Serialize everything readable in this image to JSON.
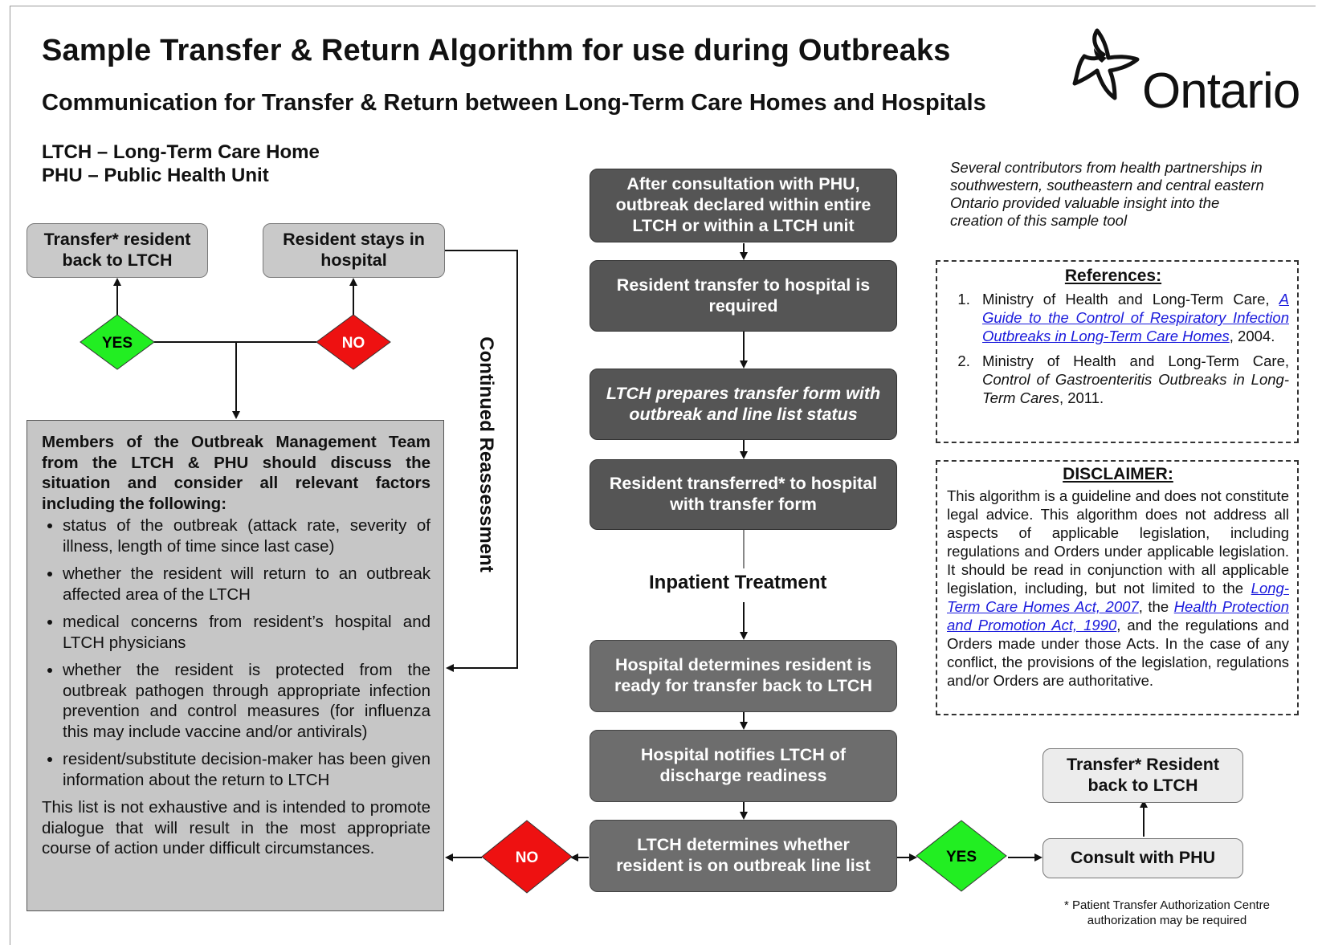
{
  "header": {
    "title": "Sample Transfer & Return Algorithm for use during Outbreaks",
    "subtitle": "Communication for Transfer & Return between Long-Term Care Homes and Hospitals",
    "abbr_ltch": "LTCH – Long-Term Care Home",
    "abbr_phu": "PHU – Public Health Unit",
    "logo_text": "Ontario"
  },
  "colors": {
    "yes_diamond": "#22ee22",
    "no_diamond": "#ee1111",
    "dark_box": "#555555",
    "mid_box": "#6d6d6d",
    "light_box": "#c9c9c9",
    "link": "#1a1adc"
  },
  "flow": {
    "step1": "After consultation with PHU, outbreak declared within entire LTCH or within a LTCH unit",
    "step2": "Resident transfer to hospital is required",
    "step3": "LTCH prepares transfer form with outbreak and line list status",
    "step4": "Resident transferred* to hospital with transfer form",
    "inpatient": "Inpatient Treatment",
    "step5": "Hospital determines resident is ready for transfer back to LTCH",
    "step6": "Hospital notifies LTCH of discharge readiness",
    "step7": "LTCH determines whether resident is on outbreak line list",
    "yes": "YES",
    "no": "NO",
    "consult": "Consult with PHU",
    "transfer_back_right": "Transfer* Resident back to LTCH",
    "transfer_back_left": "Transfer* resident back to LTCH",
    "stays": "Resident stays in hospital",
    "continued": "Continued Reassessment"
  },
  "discussion": {
    "lead": "Members of the Outbreak Management Team from the LTCH & PHU should discuss the situation and consider all relevant factors including the following:",
    "bullets": [
      "status of the outbreak (attack rate, severity of illness, length of time since last case)",
      "whether the resident will return to an outbreak affected area of the LTCH",
      "medical concerns from resident’s hospital and LTCH physicians",
      "whether the resident is protected from the outbreak pathogen through appropriate infection prevention and control measures (for influenza this may include vaccine and/or antivirals)",
      "resident/substitute decision-maker has been given information about the return to LTCH"
    ],
    "tail": "This list is not exhaustive and is intended to promote dialogue that will result in the most appropriate course of action under difficult circumstances."
  },
  "contributors": "Several contributors from health partnerships in southwestern, southeastern and central eastern Ontario provided valuable insight into the creation of this sample tool",
  "references": {
    "heading": "References:",
    "r1_pre": "Ministry of Health and Long-Term Care, ",
    "r1_link": "A Guide to the Control of Respiratory Infection Outbreaks in Long-Term Care Homes",
    "r1_post": ", 2004.",
    "r2_pre": "Ministry of Health and Long-Term Care, ",
    "r2_title": "Control of Gastroenteritis Outbreaks in Long-Term Cares",
    "r2_post": ", 2011."
  },
  "disclaimer": {
    "heading": "DISCLAIMER:",
    "p1": "This algorithm is a guideline and does not constitute legal advice. This algorithm does not address all aspects of applicable legislation, including regulations and Orders under applicable legislation. It should be read in conjunction with all applicable legislation, including, but not limited to the ",
    "link1": "Long-Term Care Homes Act, 2007",
    "p2": ", the ",
    "link2": "Health Protection and Promotion Act, 1990",
    "p3": ", and the regulations and Orders made under those Acts. In the case of any conflict, the provisions of the legislation, regulations and/or Orders are authoritative."
  },
  "footnote": "* Patient Transfer Authorization Centre authorization may be required"
}
